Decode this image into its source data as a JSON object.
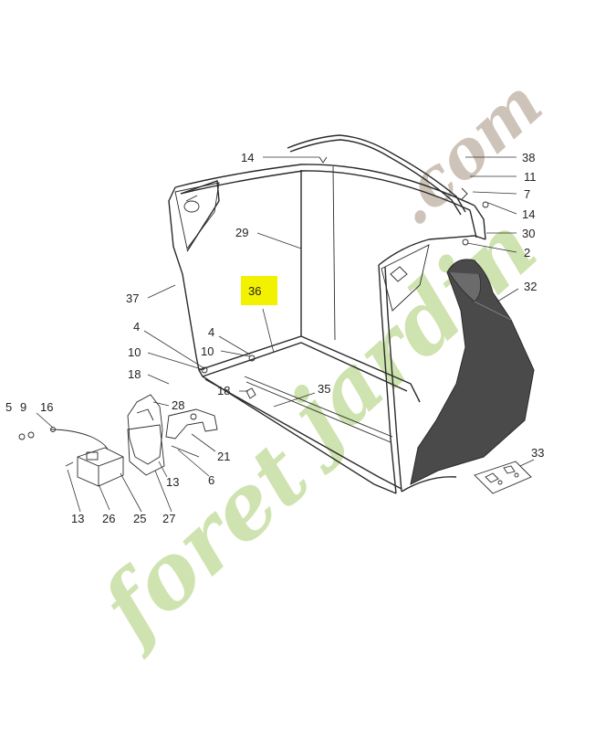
{
  "colors": {
    "line": "#2a2a2a",
    "highlight": "#f2f200",
    "bag_fill": "#4a4a4a",
    "watermark_green": "#c9e0a6",
    "watermark_orange": "#f5c9a0",
    "watermark_taupe": "#c8bdb0"
  },
  "labels": [
    {
      "id": "lbl-14-top",
      "text": "14"
    },
    {
      "id": "lbl-38",
      "text": "38"
    },
    {
      "id": "lbl-11",
      "text": "11"
    },
    {
      "id": "lbl-7",
      "text": "7"
    },
    {
      "id": "lbl-14-right",
      "text": "14"
    },
    {
      "id": "lbl-30",
      "text": "30"
    },
    {
      "id": "lbl-2",
      "text": "2"
    },
    {
      "id": "lbl-29",
      "text": "29"
    },
    {
      "id": "lbl-32",
      "text": "32"
    },
    {
      "id": "lbl-37",
      "text": "37"
    },
    {
      "id": "lbl-36",
      "text": "36"
    },
    {
      "id": "lbl-4-left",
      "text": "4"
    },
    {
      "id": "lbl-4-mid",
      "text": "4"
    },
    {
      "id": "lbl-10-left",
      "text": "10"
    },
    {
      "id": "lbl-10-mid",
      "text": "10"
    },
    {
      "id": "lbl-18-left",
      "text": "18"
    },
    {
      "id": "lbl-18-mid",
      "text": "18"
    },
    {
      "id": "lbl-35",
      "text": "35"
    },
    {
      "id": "lbl-28",
      "text": "28"
    },
    {
      "id": "lbl-5",
      "text": "5"
    },
    {
      "id": "lbl-9",
      "text": "9"
    },
    {
      "id": "lbl-16",
      "text": "16"
    },
    {
      "id": "lbl-21",
      "text": "21"
    },
    {
      "id": "lbl-33",
      "text": "33"
    },
    {
      "id": "lbl-13-mid",
      "text": "13"
    },
    {
      "id": "lbl-6",
      "text": "6"
    },
    {
      "id": "lbl-13-bottom",
      "text": "13"
    },
    {
      "id": "lbl-26",
      "text": "26"
    },
    {
      "id": "lbl-25",
      "text": "25"
    },
    {
      "id": "lbl-27",
      "text": "27"
    }
  ],
  "watermark": {
    "foret": "foret",
    "jardin": "jardin",
    "com": ".com"
  }
}
